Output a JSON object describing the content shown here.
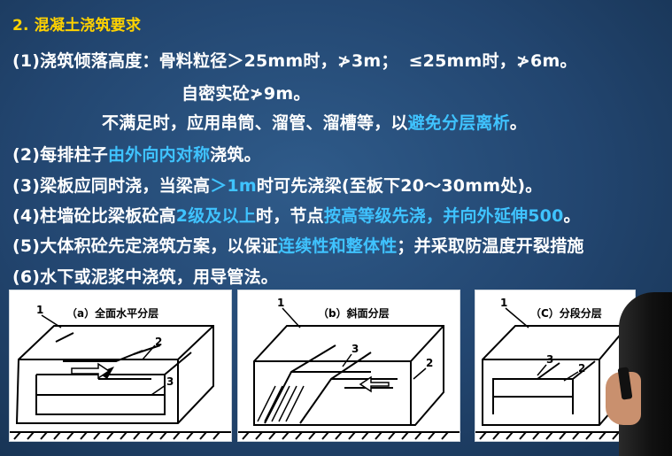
{
  "title": "2. 混凝土浇筑要求",
  "item1": {
    "label": "(1)浇筑倾落高度：骨料粒径＞25mm时，≯3m；",
    "part2": "≤25mm时，≯6m。",
    "line2": "自密实砼≯9m。",
    "line3_pre": "不满足时，应用串筒、溜管、溜槽等，以",
    "line3_hl": "避免分层离析",
    "line3_post": "。"
  },
  "item2": {
    "pre": "(2)每排柱子",
    "hl": "由外向内对称",
    "post": "浇筑。"
  },
  "item3": {
    "pre": "(3)梁板应同时浇，当梁高",
    "hl": "＞1m",
    "post": "时可先浇梁(至板下20～30mm处)。"
  },
  "item4": {
    "pre": "(4)柱墙砼比梁板砼高",
    "hl1": "2级及以上",
    "mid": "时，节点",
    "hl2": "按高等级先浇，并向外延伸500",
    "post": "。"
  },
  "item5": {
    "pre": "(5)大体积砼先定浇筑方案，以保证",
    "hl": "连续性和整体性",
    "post": "；并采取防温度开裂措施"
  },
  "item6": "(6)水下或泥浆中浇筑，用导管法。",
  "figures": [
    {
      "caption": "（a）全面水平分层",
      "labels": [
        "1",
        "2",
        "3"
      ]
    },
    {
      "caption": "（b）斜面分层",
      "labels": [
        "1",
        "2",
        "3"
      ]
    },
    {
      "caption": "（C）分段分层",
      "labels": [
        "1",
        "2",
        "3"
      ]
    }
  ],
  "colors": {
    "title": "#ffd200",
    "highlight": "#3fc3ff",
    "text": "#ffffff",
    "background": "#22456f"
  }
}
